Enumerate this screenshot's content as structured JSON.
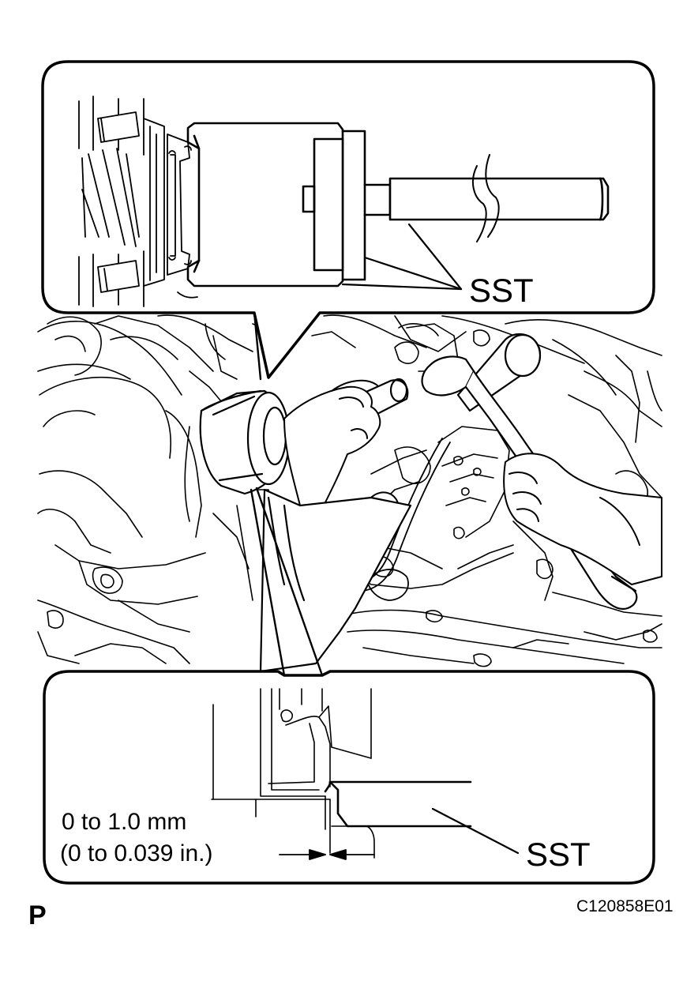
{
  "labels": {
    "sst_top": "SST",
    "sst_bottom": "SST",
    "dimension_mm": "0 to 1.0 mm",
    "dimension_in": "(0 to 0.039 in.)",
    "page_marker": "P",
    "figure_code": "C120858E01"
  }
}
